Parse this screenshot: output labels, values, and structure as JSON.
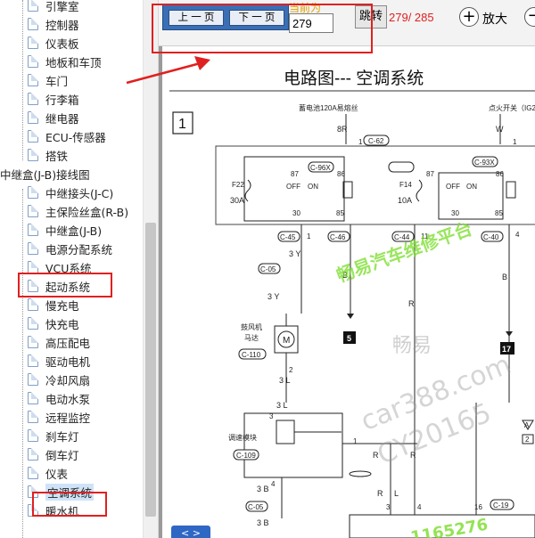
{
  "sidebar": {
    "items": [
      {
        "label": "引擎室",
        "kind": "doc"
      },
      {
        "label": "控制器",
        "kind": "doc"
      },
      {
        "label": "仪表板",
        "kind": "doc"
      },
      {
        "label": "地板和车顶",
        "kind": "doc"
      },
      {
        "label": "车门",
        "kind": "doc"
      },
      {
        "label": "行李箱",
        "kind": "doc"
      },
      {
        "label": "继电器",
        "kind": "doc"
      },
      {
        "label": "ECU-传感器",
        "kind": "doc"
      },
      {
        "label": "搭铁",
        "kind": "doc"
      },
      {
        "label": "中继盒(J-B)接线图",
        "kind": "folder"
      },
      {
        "label": "中继接头(J-C)",
        "kind": "doc"
      },
      {
        "label": "主保险丝盒(R-B)",
        "kind": "doc"
      },
      {
        "label": "中继盒(J-B)",
        "kind": "doc"
      },
      {
        "label": "电源分配系统",
        "kind": "doc"
      },
      {
        "label": "VCU系统",
        "kind": "doc"
      },
      {
        "label": "起动系统",
        "kind": "doc"
      },
      {
        "label": "慢充电",
        "kind": "doc"
      },
      {
        "label": "快充电",
        "kind": "doc"
      },
      {
        "label": "高压配电",
        "kind": "doc"
      },
      {
        "label": "驱动电机",
        "kind": "doc"
      },
      {
        "label": "冷却风扇",
        "kind": "doc"
      },
      {
        "label": "电动水泵",
        "kind": "doc"
      },
      {
        "label": "远程监控",
        "kind": "doc"
      },
      {
        "label": "刹车灯",
        "kind": "doc"
      },
      {
        "label": "倒车灯",
        "kind": "doc"
      },
      {
        "label": "仪表",
        "kind": "doc"
      },
      {
        "label": "空调系统",
        "kind": "doc",
        "selected": true
      },
      {
        "label": "暖水机",
        "kind": "doc"
      }
    ]
  },
  "toolbar": {
    "prev_label": "上 一 页",
    "next_label": "下 一 页",
    "current_label": "当前为",
    "page_value": "279",
    "jump_label": "跳转",
    "page_count": "279/ 285",
    "zoom_in_icon": "+",
    "zoom_label": "放大",
    "zoom_out_icon": "−"
  },
  "diagram": {
    "title": "电路图--- 空调系统",
    "page_marker": "1",
    "fuse_left_top": "蓄电池120A易熔丝",
    "fuse_right_top": "点火开关（IG2",
    "pin_8r": "8R",
    "pin_w": "W",
    "pin_1a": "1",
    "pin_1b": "1",
    "conn_c62": "C-62",
    "conn_c96x": "C-96X",
    "conn_c93x": "C-93X",
    "f22": "F22",
    "f22_amp": "30A",
    "f14": "F14",
    "f14_amp": "10A",
    "relay_l_off": "OFF",
    "relay_l_on": "ON",
    "relay_r_off": "OFF",
    "relay_r_on": "ON",
    "n87a": "87",
    "n86a": "86",
    "n30a": "30",
    "n85a": "85",
    "n87b": "87",
    "n86b": "86",
    "n30b": "30",
    "n85b": "85",
    "conn_c45": "C-45",
    "conn_c46": "C-46",
    "conn_c44": "C-44",
    "conn_c40": "C-40",
    "pin1": "1",
    "pin11": "11",
    "pin4": "4",
    "wire_3y_a": "3 Y",
    "wire_3y_b": "3 Y",
    "wire_b_a": "B",
    "wire_r_a": "R",
    "wire_b_b": "B",
    "conn_c05": "C-05",
    "conn_c05b": "C-05",
    "blower_label": "鼓风机\n马达",
    "blower_l1": "鼓风机",
    "blower_l2": "马达",
    "motor_icon_label": "M",
    "conn_c110": "C-110",
    "pin2": "2",
    "pin1b": "1",
    "wire_3l_a": "3 L",
    "wire_3l_b": "3 L",
    "ground5": "5",
    "ground17": "17",
    "module_label": "调速模块",
    "conn_c109": "C-109",
    "pin3": "3",
    "pin4b": "4",
    "pin1c": "1",
    "pin2b": "2",
    "wire_r_b": "R",
    "wire_r_c": "R",
    "wire_r_d": "R",
    "wire_l": "L",
    "wire_3b_a": "3 B",
    "wire_3b_b": "3 B",
    "pin3c": "3",
    "pin4c": "4",
    "pin16": "16",
    "conn_c19": "C-19",
    "tri_a": "A",
    "tri_2": "2"
  },
  "watermarks": {
    "w1": "畅易汽车维修平台",
    "w2": "畅易",
    "w3": "car388.com",
    "w4": "CY20165",
    "w5": "1165276"
  },
  "page_nav": "< >"
}
